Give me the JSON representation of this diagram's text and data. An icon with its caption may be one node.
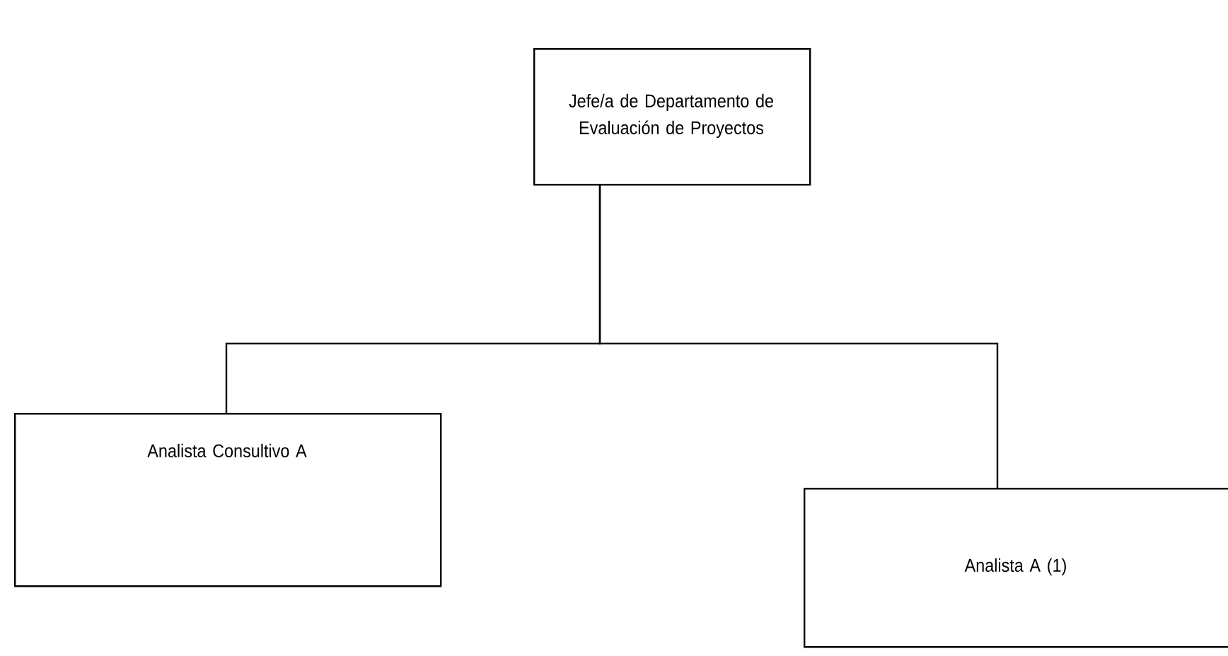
{
  "diagram": {
    "nodes": [
      {
        "text": [
          "Jefe/a de Departamento de Evaluación de Proyectos"
        ]
      },
      {
        "text": [
          "Analista Consultivo A"
        ]
      },
      {
        "text": [
          "Analista A (1)"
        ]
      }
    ],
    "edges": [
      {
        "from": 0,
        "to": 1,
        "arrow": "none"
      },
      {
        "from": 0,
        "to": 2,
        "arrow": "none"
      }
    ]
  }
}
